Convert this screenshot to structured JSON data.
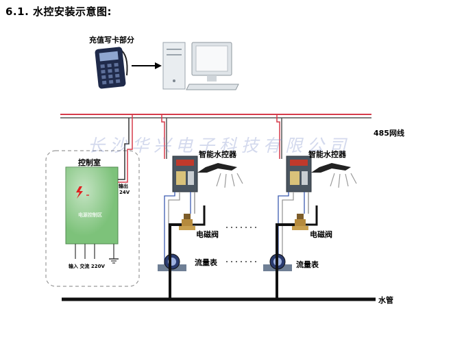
{
  "heading": "6.1.  水控安装示意图:",
  "labels": {
    "card_rw": "充值写卡部分",
    "bus": "485网线",
    "control_room": "控制室",
    "power_zone": "电源控制区",
    "output": "输出",
    "output_voltage": "24V",
    "input_label": "输入 交流 220V",
    "controller_1": "智能水控器",
    "controller_2": "智能水控器",
    "valve": "电磁阀",
    "meter": "流量表",
    "pipe": "水管",
    "watermark": "长沙华兴电子科技有限公司"
  },
  "colors": {
    "bus_red": "#d63a4a",
    "bus_dark": "#555555",
    "power_box": "#7dc27a",
    "pipe": "#111111",
    "blue_wire": "#3b5bb0"
  },
  "icons": [
    "card-reader-icon",
    "computer-icon",
    "shower-icon",
    "water-meter-icon",
    "valve-icon",
    "lightning-icon",
    "ground-icon"
  ]
}
